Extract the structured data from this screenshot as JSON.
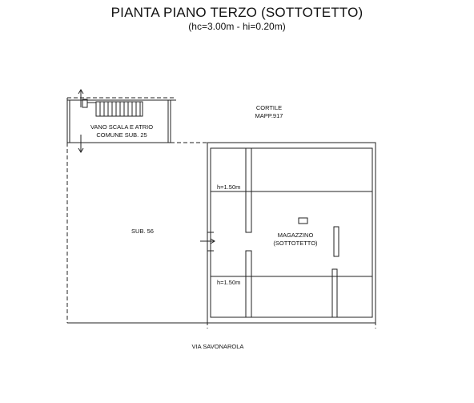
{
  "header": {
    "title": "PIANTA PIANO TERZO (SOTTOTETTO)",
    "subtitle": "(hc=3.00m - hi=0.20m)"
  },
  "labels": {
    "cortile": "CORTILE",
    "mapp": "MAPP.917",
    "vano_line1": "VANO SCALA E ATRIO",
    "vano_line2": "COMUNE SUB. 25",
    "sub56": "SUB. 56",
    "magazzino_line1": "MAGAZZINO",
    "magazzino_line2": "(SOTTOTETTO)",
    "height_top": "h=1.50m",
    "height_bottom": "h=1.50m",
    "street": "VIA SAVONAROLA"
  }
}
